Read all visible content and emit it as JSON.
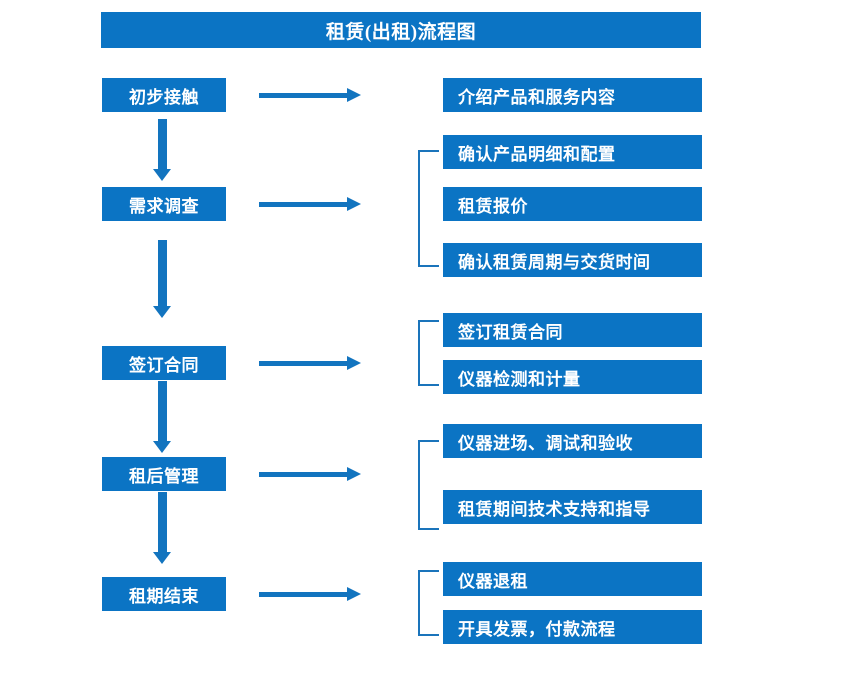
{
  "diagram": {
    "title": "租赁(出租)流程图",
    "colors": {
      "box_fill": "#0b74c4",
      "box_text": "#ffffff",
      "arrow": "#1274bf",
      "bracket": "#1a74bb",
      "background": "#ffffff"
    },
    "stages": [
      {
        "id": "stage-1",
        "label": "初步接触",
        "details": [
          "介绍产品和服务内容"
        ],
        "has_bracket": false,
        "arrow_to_details": true,
        "arrow_to_next_stage": true
      },
      {
        "id": "stage-2",
        "label": "需求调查",
        "details": [
          "确认产品明细和配置",
          "租赁报价",
          "确认租赁周期与交货时间"
        ],
        "has_bracket": true,
        "arrow_to_details": true,
        "arrow_to_next_stage": true
      },
      {
        "id": "stage-3",
        "label": "签订合同",
        "details": [
          "签订租赁合同",
          "仪器检测和计量"
        ],
        "has_bracket": true,
        "arrow_to_details": true,
        "arrow_to_next_stage": true
      },
      {
        "id": "stage-4",
        "label": "租后管理",
        "details": [
          "仪器进场、调试和验收",
          "租赁期间技术支持和指导"
        ],
        "has_bracket": true,
        "arrow_to_details": true,
        "arrow_to_next_stage": true
      },
      {
        "id": "stage-5",
        "label": "租期结束",
        "details": [
          "仪器退租",
          "开具发票，付款流程"
        ],
        "has_bracket": true,
        "arrow_to_details": true,
        "arrow_to_next_stage": false
      }
    ]
  }
}
